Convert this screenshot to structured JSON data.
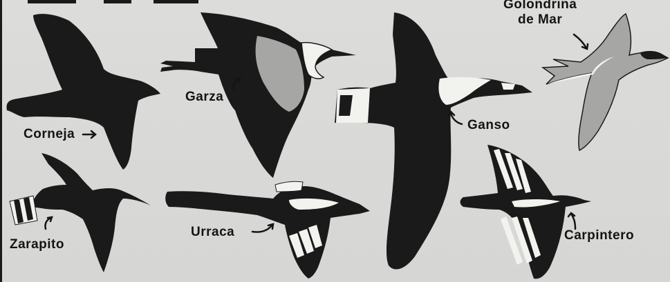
{
  "figure": {
    "labels": {
      "corneja": "Corneja",
      "garza": "Garza",
      "ganso": "Ganso",
      "golondrina_line1": "Golondrina",
      "golondrina_line2": "de Mar",
      "zarapito": "Zarapito",
      "urraca": "Urraca",
      "carpintero": "Carpintero"
    },
    "colors": {
      "background": "#d9d9d7",
      "silhouette": "#1a1a1a",
      "wing_gray": "#a6a6a4",
      "white_patch": "#f2f2ef",
      "label": "#141414"
    }
  }
}
